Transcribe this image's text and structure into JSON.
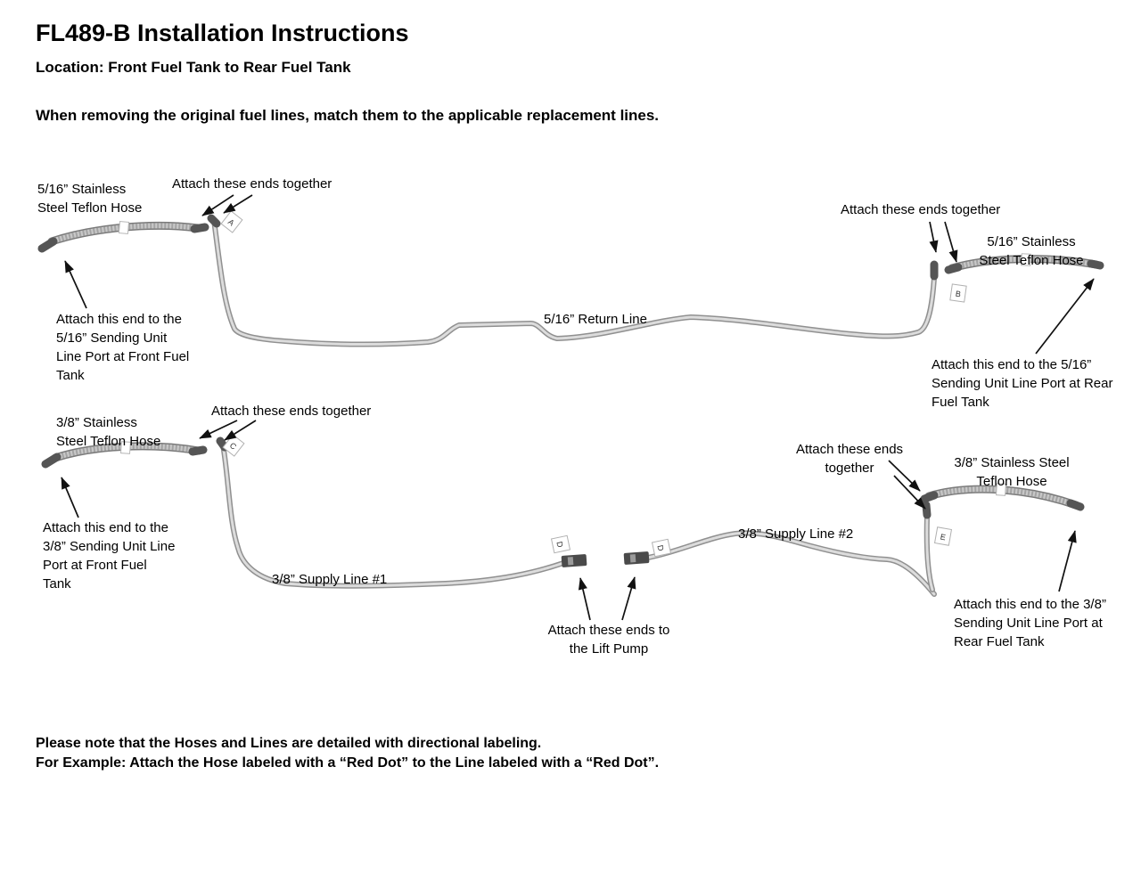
{
  "header": {
    "title": "FL489-B Installation Instructions",
    "location": "Location: Front Fuel Tank to Rear Fuel Tank",
    "instruction": "When removing the original fuel lines, match them to the applicable replacement lines."
  },
  "labels": {
    "hose_516_left": "5/16” Stainless\nSteel Teflon Hose",
    "attach_top_left": "Attach these ends together",
    "attach_front_516": "Attach this end to the\n5/16” Sending Unit\nLine Port at Front Fuel\nTank",
    "return_line": "5/16” Return Line",
    "attach_top_right": "Attach these ends together",
    "hose_516_right": "5/16” Stainless\nSteel Teflon Hose",
    "attach_rear_516": "Attach this end to the 5/16”\nSending Unit Line Port at Rear\nFuel Tank",
    "hose_38_left": "3/8” Stainless\nSteel Teflon Hose",
    "attach_mid_left": "Attach these ends together",
    "attach_front_38": "Attach this end to the\n3/8” Sending Unit Line\nPort at Front Fuel\nTank",
    "supply_line_1": "3/8” Supply Line #1",
    "supply_line_2": "3/8” Supply Line #2",
    "attach_right_together": "Attach these ends\ntogether",
    "hose_38_right": "3/8” Stainless Steel\nTeflon Hose",
    "attach_lift_pump": "Attach these ends to\nthe Lift Pump",
    "attach_rear_38": "Attach this end to the 3/8”\nSending Unit Line Port at\nRear Fuel Tank"
  },
  "parts": {
    "a": "A",
    "b": "B",
    "c": "C",
    "d1": "D",
    "d2": "D",
    "e": "E"
  },
  "footer": {
    "line1": "Please note that the Hoses and Lines are detailed with directional labeling.",
    "line2": "For Example: Attach the Hose labeled with a “Red Dot” to the Line labeled with a “Red Dot”."
  }
}
